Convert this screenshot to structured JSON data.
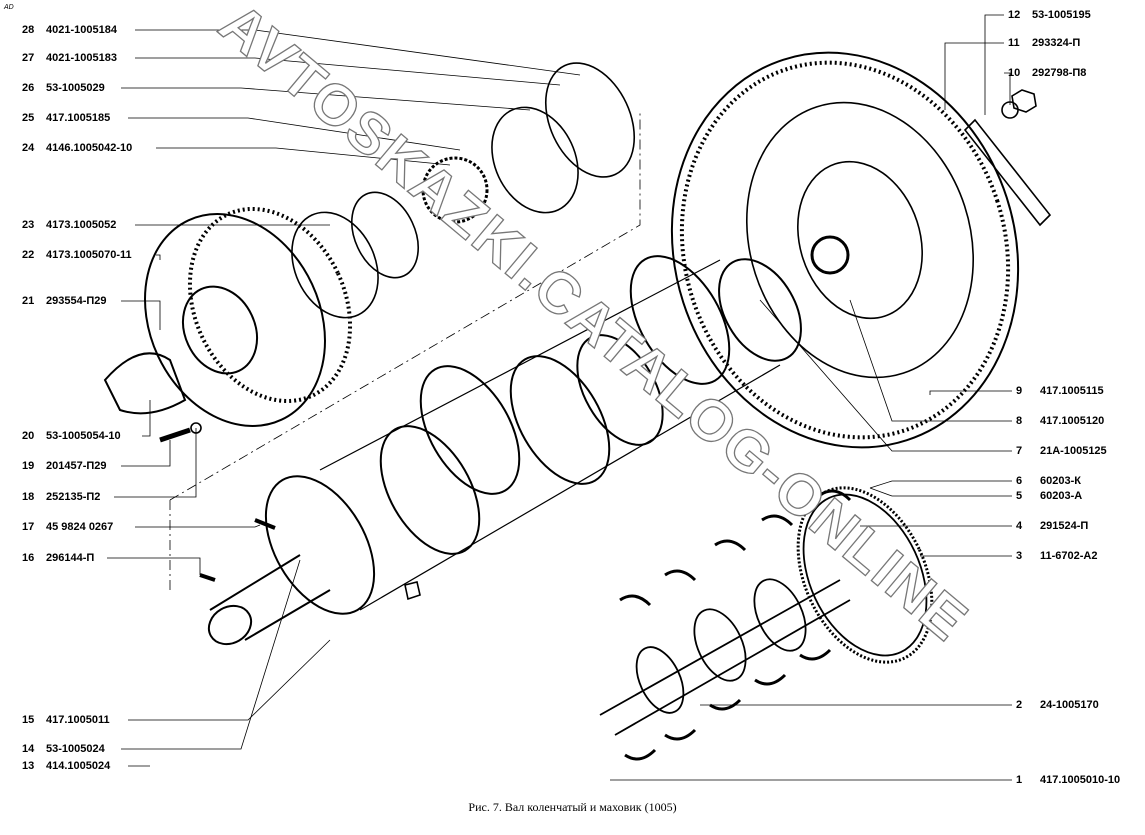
{
  "corner_mark": "AD",
  "watermark": "AVTOSKAZKI.CATALOG-ONLINE",
  "caption": "Рис. 7. Вал коленчатый и маховик (1005)",
  "parts": [
    {
      "num": "1",
      "code": "417.1005010-10"
    },
    {
      "num": "2",
      "code": "24-1005170"
    },
    {
      "num": "3",
      "code": "11-6702-А2"
    },
    {
      "num": "4",
      "code": "291524-П"
    },
    {
      "num": "5",
      "code": "60203-А"
    },
    {
      "num": "6",
      "code": "60203-К"
    },
    {
      "num": "7",
      "code": "21А-1005125"
    },
    {
      "num": "8",
      "code": "417.1005120"
    },
    {
      "num": "9",
      "code": "417.1005115"
    },
    {
      "num": "10",
      "code": "292798-П8"
    },
    {
      "num": "11",
      "code": "293324-П"
    },
    {
      "num": "12",
      "code": "53-1005195"
    },
    {
      "num": "13",
      "code": "414.1005024"
    },
    {
      "num": "14",
      "code": "53-1005024"
    },
    {
      "num": "15",
      "code": "417.1005011"
    },
    {
      "num": "16",
      "code": "296144-П"
    },
    {
      "num": "17",
      "code": "45 9824 0267"
    },
    {
      "num": "18",
      "code": "252135-П2"
    },
    {
      "num": "19",
      "code": "201457-П29"
    },
    {
      "num": "20",
      "code": "53-1005054-10"
    },
    {
      "num": "21",
      "code": "293554-П29"
    },
    {
      "num": "22",
      "code": "4173.1005070-11"
    },
    {
      "num": "23",
      "code": "4173.1005052"
    },
    {
      "num": "24",
      "code": "4146.1005042-10"
    },
    {
      "num": "25",
      "code": "417.1005185"
    },
    {
      "num": "26",
      "code": "53-1005029"
    },
    {
      "num": "27",
      "code": "4021-1005183"
    },
    {
      "num": "28",
      "code": "4021-1005184"
    }
  ]
}
